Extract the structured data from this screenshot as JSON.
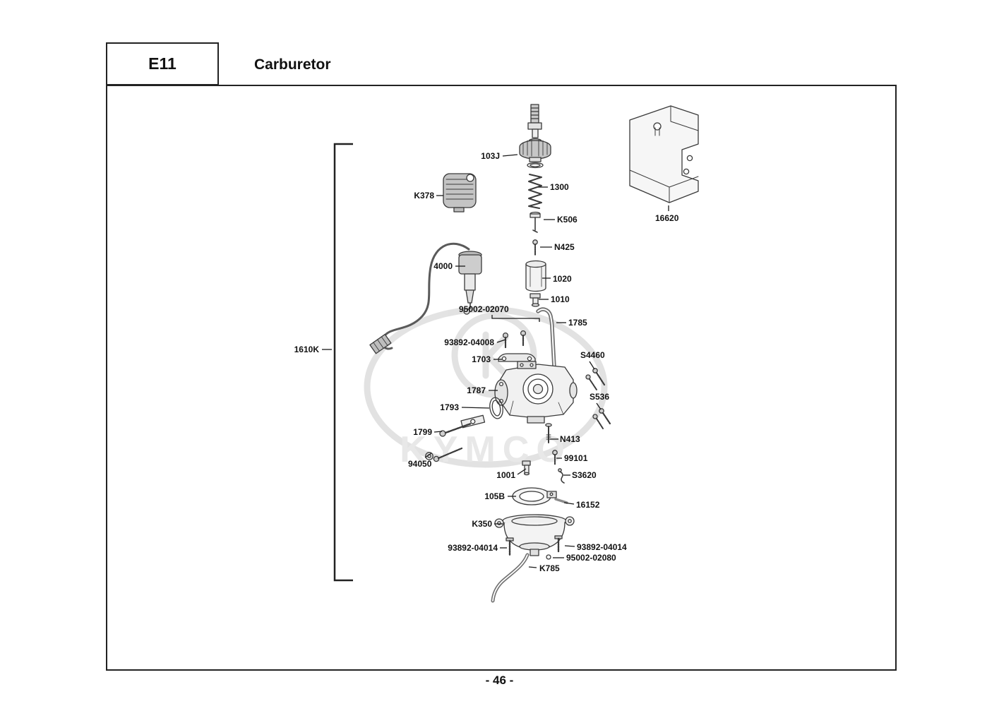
{
  "page": {
    "code": "E11",
    "title": "Carburetor",
    "page_number": "- 46 -",
    "watermark": "KYMCO"
  },
  "labels": [
    {
      "text": "103J"
    },
    {
      "text": "1300"
    },
    {
      "text": "K506"
    },
    {
      "text": "N425"
    },
    {
      "text": "4000"
    },
    {
      "text": "1020"
    },
    {
      "text": "1010"
    },
    {
      "text": "95002-02070"
    },
    {
      "text": "1785"
    },
    {
      "text": "93892-04008"
    },
    {
      "text": "1703"
    },
    {
      "text": "S4460"
    },
    {
      "text": "1787"
    },
    {
      "text": "S536"
    },
    {
      "text": "1793"
    },
    {
      "text": "1799"
    },
    {
      "text": "N413"
    },
    {
      "text": "94050"
    },
    {
      "text": "99101"
    },
    {
      "text": "1001"
    },
    {
      "text": "S3620"
    },
    {
      "text": "105B"
    },
    {
      "text": "16152"
    },
    {
      "text": "K350"
    },
    {
      "text": "93892-04014"
    },
    {
      "text": "93892-04014"
    },
    {
      "text": "95002-02080"
    },
    {
      "text": "K785"
    },
    {
      "text": "K378"
    },
    {
      "text": "16620"
    },
    {
      "text": "1610K"
    }
  ]
}
